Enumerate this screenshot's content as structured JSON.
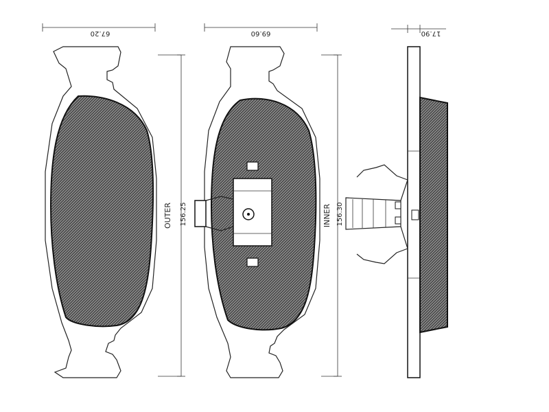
{
  "outer_pad": {
    "width_dim": "67.20",
    "height_dim": "156.25",
    "side_label": "OUTER"
  },
  "inner_pad": {
    "width_dim": "69.60",
    "height_dim": "156.30",
    "side_label": "INNER"
  },
  "side_view": {
    "thickness_dim": "17.90"
  },
  "colors": {
    "line": "#222222",
    "hatch": "#3a3a3a",
    "background": "#ffffff"
  }
}
